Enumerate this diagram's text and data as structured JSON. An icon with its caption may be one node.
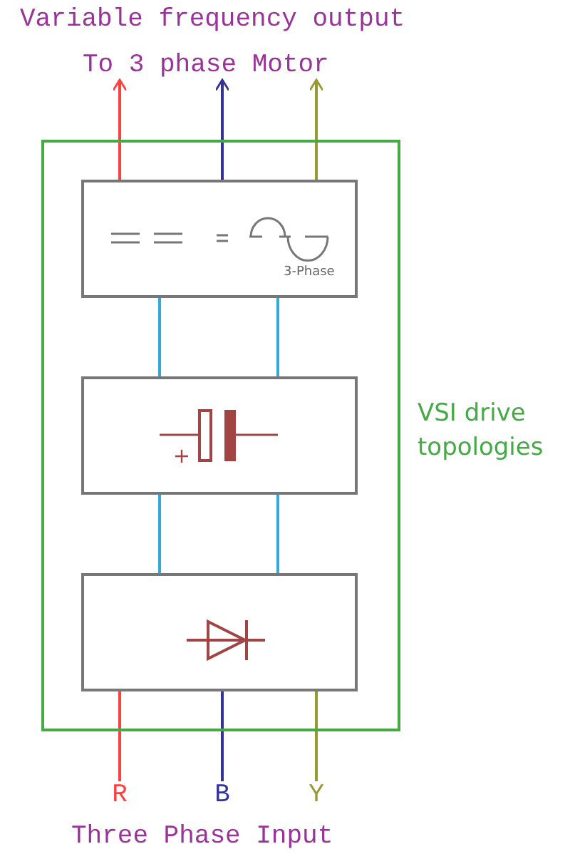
{
  "diagram": {
    "nodes": [
      {
        "text": [],
        "shape": "box",
        "beside": [
          "VSI drive topologies"
        ]
      },
      {
        "text": [
          "3-Phase"
        ],
        "in": 0
      },
      {
        "text": [],
        "shape": "box",
        "in": 0
      },
      {
        "text": [],
        "shape": "box",
        "in": 0
      },
      {
        "text": [
          "R"
        ]
      },
      {
        "text": [
          "B"
        ]
      },
      {
        "text": [
          "Y"
        ]
      },
      {
        "text": [
          "To 3 phase Motor"
        ]
      }
    ],
    "edges": [
      {
        "from": 1,
        "to": 7,
        "arrow": "to",
        "color": "#ff4040"
      },
      {
        "from": 1,
        "to": 7,
        "arrow": "to",
        "color": "#333399"
      },
      {
        "from": 1,
        "to": 7,
        "arrow": "to",
        "color": "#999933"
      },
      {
        "from": 2,
        "to": 1,
        "arrow": "none"
      },
      {
        "from": 2,
        "to": 1,
        "arrow": "none"
      },
      {
        "from": 3,
        "to": 2,
        "arrow": "none"
      },
      {
        "from": 3,
        "to": 2,
        "arrow": "none"
      },
      {
        "from": 4,
        "to": 3,
        "arrow": "none",
        "color": "#ff4040"
      },
      {
        "from": 5,
        "to": 3,
        "arrow": "none",
        "color": "#333399"
      },
      {
        "from": 6,
        "to": 3,
        "arrow": "none",
        "color": "#999933"
      }
    ],
    "labels": [
      "Variable frequency output",
      "Three Phase Input"
    ]
  }
}
